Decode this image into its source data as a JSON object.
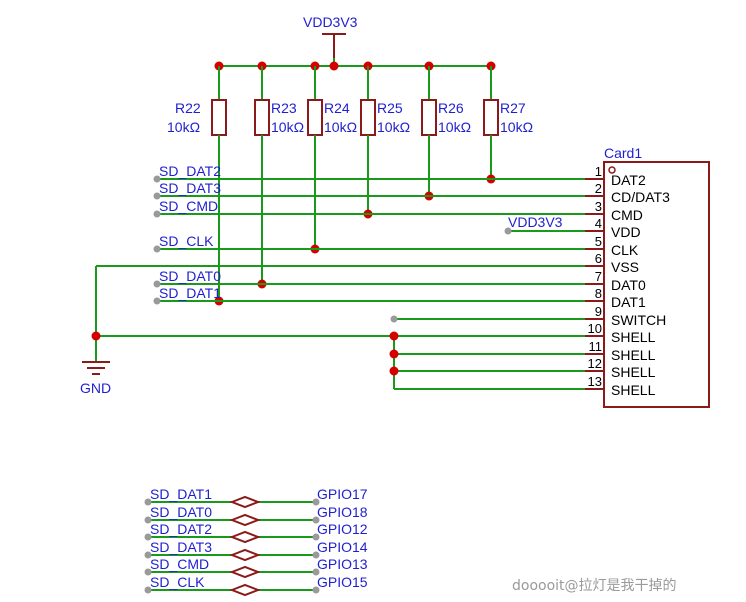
{
  "power": {
    "label": "VDD3V3"
  },
  "ground": {
    "label": "GND"
  },
  "resistors": [
    {
      "ref": "R22",
      "value": "10kΩ"
    },
    {
      "ref": "R23",
      "value": "10kΩ"
    },
    {
      "ref": "R24",
      "value": "10kΩ"
    },
    {
      "ref": "R25",
      "value": "10kΩ"
    },
    {
      "ref": "R26",
      "value": "10kΩ"
    },
    {
      "ref": "R27",
      "value": "10kΩ"
    }
  ],
  "left_nets": [
    "SD_DAT2",
    "SD_DAT3",
    "SD_CMD",
    "SD_CLK",
    "SD_DAT0",
    "SD_DAT1"
  ],
  "card": {
    "designator": "Card1",
    "pins": [
      {
        "num": "1",
        "name": "DAT2"
      },
      {
        "num": "2",
        "name": "CD/DAT3"
      },
      {
        "num": "3",
        "name": "CMD"
      },
      {
        "num": "4",
        "name": "VDD"
      },
      {
        "num": "5",
        "name": "CLK"
      },
      {
        "num": "6",
        "name": "VSS"
      },
      {
        "num": "7",
        "name": "DAT0"
      },
      {
        "num": "8",
        "name": "DAT1"
      },
      {
        "num": "9",
        "name": "SWITCH"
      },
      {
        "num": "10",
        "name": "SHELL"
      },
      {
        "num": "11",
        "name": "SHELL"
      },
      {
        "num": "12",
        "name": "SHELL"
      },
      {
        "num": "13",
        "name": "SHELL"
      }
    ],
    "vdd_net": "VDD3V3"
  },
  "net_map": [
    {
      "net": "SD_DAT1",
      "gpio": "GPIO17"
    },
    {
      "net": "SD_DAT0",
      "gpio": "GPIO18"
    },
    {
      "net": "SD_DAT2",
      "gpio": "GPIO12"
    },
    {
      "net": "SD_DAT3",
      "gpio": "GPIO14"
    },
    {
      "net": "SD_CMD",
      "gpio": "GPIO13"
    },
    {
      "net": "SD_CLK",
      "gpio": "GPIO15"
    }
  ],
  "watermark": "dooooit@拉灯是我干掉的"
}
